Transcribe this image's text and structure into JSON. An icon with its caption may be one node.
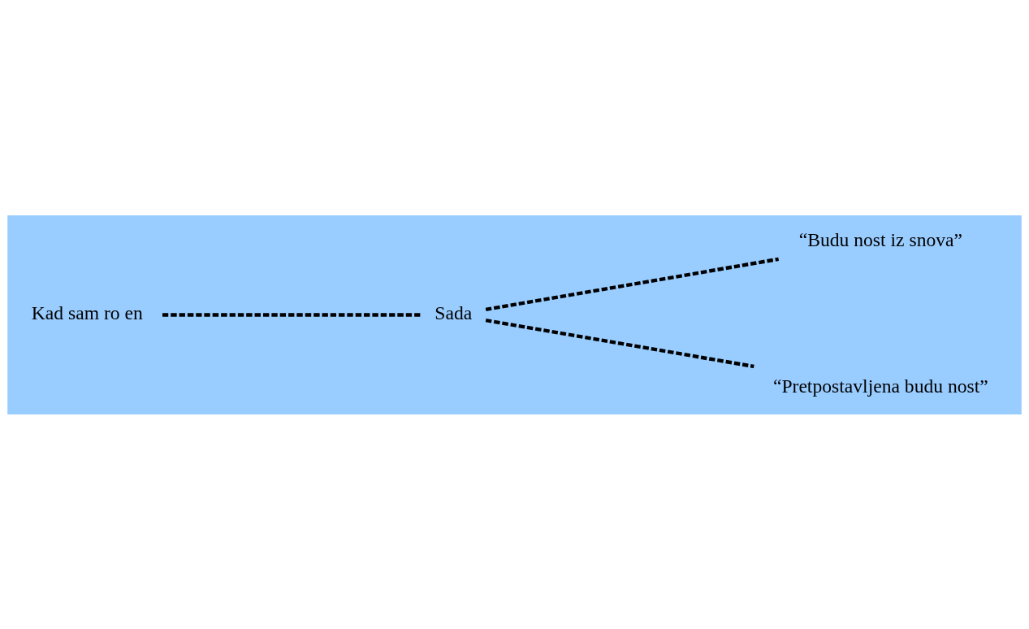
{
  "diagram": {
    "nodes": [
      {
        "text": [
          "Kad sam ro en"
        ]
      },
      {
        "text": [
          "Sada"
        ]
      },
      {
        "text": [
          "“Budu nost iz snova”"
        ]
      },
      {
        "text": [
          "“Pretpostavljena budu nost”"
        ]
      }
    ],
    "edges": [
      {
        "from": 0,
        "to": 1,
        "arrow": "none",
        "style": "dashed"
      },
      {
        "from": 1,
        "to": 2,
        "arrow": "none",
        "style": "dashed"
      },
      {
        "from": 1,
        "to": 3,
        "arrow": "none",
        "style": "dashed"
      }
    ]
  }
}
